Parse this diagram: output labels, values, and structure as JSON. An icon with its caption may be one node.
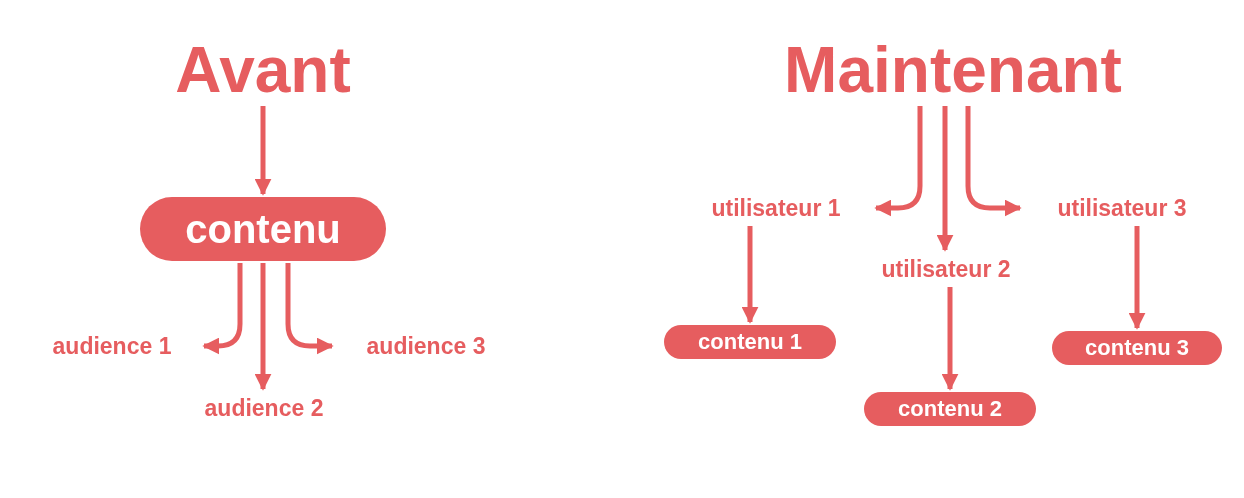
{
  "diagram": {
    "nodes": [
      {
        "text": [
          "Avant"
        ]
      },
      {
        "text": [
          "contenu"
        ]
      },
      {
        "text": [
          "audience 1"
        ]
      },
      {
        "text": [
          "audience 3"
        ]
      },
      {
        "text": [
          "audience 2"
        ]
      },
      {
        "text": [
          "Maintenant"
        ]
      },
      {
        "text": [
          "utilisateur 1"
        ]
      },
      {
        "text": [
          "utilisateur 3"
        ]
      },
      {
        "text": [
          "utilisateur 2"
        ]
      },
      {
        "text": [
          "contenu 1"
        ]
      },
      {
        "text": [
          "contenu 3"
        ]
      },
      {
        "text": [
          "contenu 2"
        ]
      }
    ],
    "edges": [
      {
        "from": 0,
        "to": 1,
        "arrow": "to"
      },
      {
        "from": 1,
        "to": 2,
        "arrow": "to"
      },
      {
        "from": 1,
        "to": 4,
        "arrow": "to"
      },
      {
        "from": 1,
        "to": 3,
        "arrow": "to"
      },
      {
        "from": 5,
        "to": 6,
        "arrow": "to"
      },
      {
        "from": 5,
        "to": 8,
        "arrow": "to"
      },
      {
        "from": 5,
        "to": 7,
        "arrow": "to"
      },
      {
        "from": 6,
        "to": 9,
        "arrow": "to"
      },
      {
        "from": 8,
        "to": 11,
        "arrow": "to"
      },
      {
        "from": 7,
        "to": 10,
        "arrow": "to"
      }
    ]
  }
}
